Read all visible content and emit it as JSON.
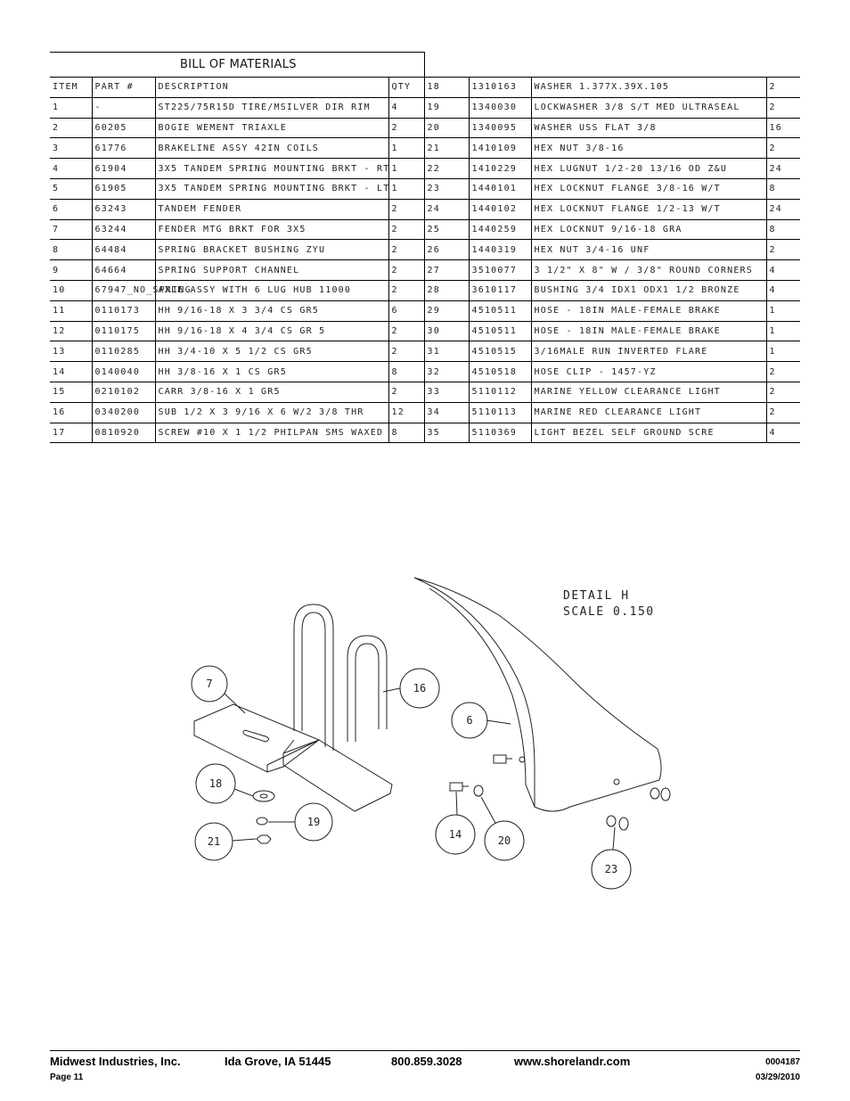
{
  "bom": {
    "title": "BILL OF MATERIALS",
    "headers": [
      "ITEM",
      "PART #",
      "DESCRIPTION",
      "QTY"
    ],
    "left_rows": [
      [
        "1",
        "-",
        "ST225/75R15D TIRE/MSILVER DIR RIM",
        "4"
      ],
      [
        "2",
        "60205",
        "BOGIE WEMENT   TRIAXLE",
        "2"
      ],
      [
        "3",
        "61776",
        "BRAKELINE ASSY  42IN COILS",
        "1"
      ],
      [
        "4",
        "61904",
        "3X5 TANDEM SPRING MOUNTING BRKT - RT",
        "1"
      ],
      [
        "5",
        "61905",
        "3X5 TANDEM SPRING MOUNTING BRKT - LT",
        "1"
      ],
      [
        "6",
        "63243",
        "TANDEM FENDER",
        "2"
      ],
      [
        "7",
        "63244",
        "FENDER MTG BRKT FOR 3X5",
        "2"
      ],
      [
        "8",
        "64484",
        "SPRING BRACKET BUSHING   ZYU",
        "2"
      ],
      [
        "9",
        "64664",
        "SPRING SUPPORT CHANNEL",
        "2"
      ],
      [
        "10",
        "67947_NO_SPRING",
        "AXLE ASSY WITH 6 LUG HUB 11000",
        "2"
      ],
      [
        "11",
        "0110173",
        "HH 9/16-18 X 3 3/4 CS GR5",
        "6"
      ],
      [
        "12",
        "0110175",
        "HH 9/16-18 X 4 3/4 CS GR 5",
        "2"
      ],
      [
        "13",
        "0110285",
        "HH 3/4-10 X 5 1/2 CS GR5",
        "2"
      ],
      [
        "14",
        "0140040",
        "HH 3/8-16 X 1 CS GR5",
        "8"
      ],
      [
        "15",
        "0210102",
        "CARR 3/8-16 X 1 GR5",
        "2"
      ],
      [
        "16",
        "0340200",
        "SUB 1/2 X 3 9/16 X 6 W/2 3/8 THR",
        "12"
      ],
      [
        "17",
        "0810920",
        "SCREW #10 X 1 1/2 PHILPAN SMS WAXED",
        "8"
      ]
    ],
    "right_rows": [
      [
        "18",
        "1310163",
        "WASHER 1.377X.39X.105",
        "2"
      ],
      [
        "19",
        "1340030",
        "LOCKWASHER 3/8 S/T MED ULTRASEAL",
        "2"
      ],
      [
        "20",
        "1340095",
        "WASHER USS FLAT 3/8",
        "16"
      ],
      [
        "21",
        "1410109",
        "HEX NUT 3/8-16",
        "2"
      ],
      [
        "22",
        "1410229",
        "HEX LUGNUT 1/2-20 13/16 OD Z&U",
        "24"
      ],
      [
        "23",
        "1440101",
        "HEX LOCKNUT FLANGE 3/8-16 W/T",
        "8"
      ],
      [
        "24",
        "1440102",
        "HEX LOCKNUT FLANGE 1/2-13 W/T",
        "24"
      ],
      [
        "25",
        "1440259",
        "HEX LOCKNUT 9/16-18 GRA",
        "8"
      ],
      [
        "26",
        "1440319",
        "HEX NUT 3/4-16 UNF",
        "2"
      ],
      [
        "27",
        "3510077",
        "3 1/2\" X 8\" W / 3/8\" ROUND CORNERS",
        "4"
      ],
      [
        "28",
        "3610117",
        "BUSHING  3/4 IDX1 ODX1 1/2 BRONZE",
        "4"
      ],
      [
        "29",
        "4510511",
        "HOSE - 18IN MALE-FEMALE BRAKE",
        "1"
      ],
      [
        "30",
        "4510511",
        "HOSE - 18IN MALE-FEMALE BRAKE",
        "1"
      ],
      [
        "31",
        "4510515",
        "3/16MALE RUN INVERTED FLARE",
        "1"
      ],
      [
        "32",
        "4510518",
        "HOSE CLIP - 1457-YZ",
        "2"
      ],
      [
        "33",
        "5110112",
        "MARINE YELLOW CLEARANCE LIGHT",
        "2"
      ],
      [
        "34",
        "5110113",
        "MARINE RED CLEARANCE LIGHT",
        "2"
      ],
      [
        "35",
        "5110369",
        "LIGHT BEZEL   SELF GROUND   SCRE",
        "4"
      ]
    ]
  },
  "detail": {
    "title": "DETAIL  H",
    "scale": "SCALE  0.150",
    "balloons": [
      "7",
      "16",
      "6",
      "18",
      "19",
      "21",
      "14",
      "20",
      "23"
    ]
  },
  "footer": {
    "company": "Midwest Industries, Inc.",
    "city": "Ida Grove, IA  51445",
    "phone": "800.859.3028",
    "website": "www.shorelandr.com",
    "doc_number": "0004187",
    "page": "Page 11",
    "date": "03/29/2010"
  }
}
